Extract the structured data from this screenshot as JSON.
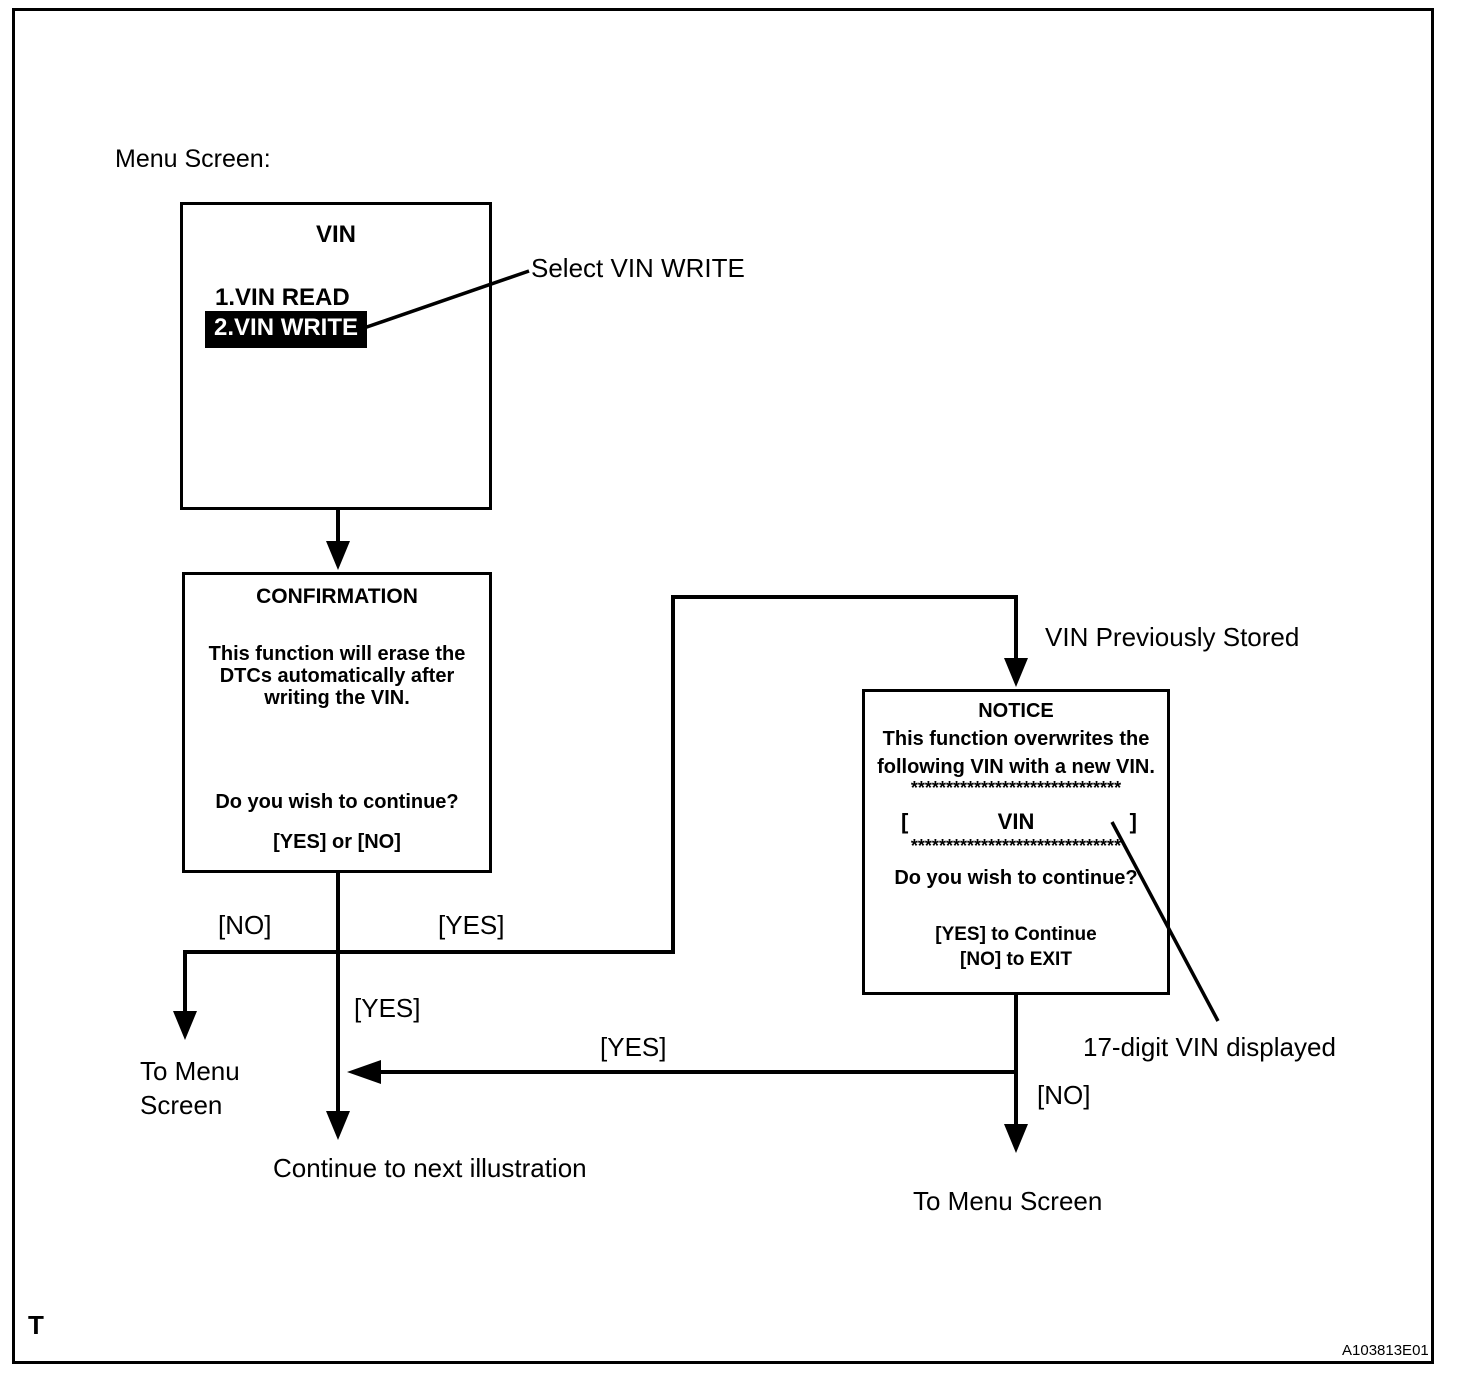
{
  "frame": {
    "corner_letter": "T",
    "figure_code": "A103813E01"
  },
  "heading": {
    "menu_screen_label": "Menu Screen:"
  },
  "menu_box": {
    "title": "VIN",
    "item1": "1.VIN READ",
    "item2": "2.VIN WRITE"
  },
  "callouts": {
    "select_vin_write": "Select VIN WRITE",
    "vin_previously_stored": "VIN Previously Stored",
    "vin_displayed": "17-digit VIN displayed"
  },
  "confirmation_box": {
    "title": "CONFIRMATION",
    "line1": "This function will erase the",
    "line2": "DTCs automatically after",
    "line3": "writing the VIN.",
    "question": "Do you wish to continue?",
    "options": "[YES] or [NO]"
  },
  "notice_box": {
    "title": "NOTICE",
    "line1": "This function overwrites the",
    "line2": "following VIN with a new VIN.",
    "stars": "******************************",
    "bracket_open": "[",
    "vin_label": "VIN",
    "bracket_close": "]",
    "question": "Do you wish to continue?",
    "yes_line": "[YES] to Continue",
    "no_line": "[NO] to EXIT"
  },
  "edge_labels": {
    "no_left": "[NO]",
    "yes_right": "[YES]",
    "yes_down": "[YES]",
    "yes_merge": "[YES]",
    "no_right": "[NO]"
  },
  "terminals": {
    "to_menu_line1": "To Menu",
    "to_menu_line2": "Screen",
    "continue_label": "Continue to next illustration",
    "to_menu_right": "To Menu Screen"
  },
  "colors": {
    "ink": "#000000",
    "paper": "#ffffff",
    "highlight_bg": "#000000",
    "highlight_text": "#ffffff"
  }
}
